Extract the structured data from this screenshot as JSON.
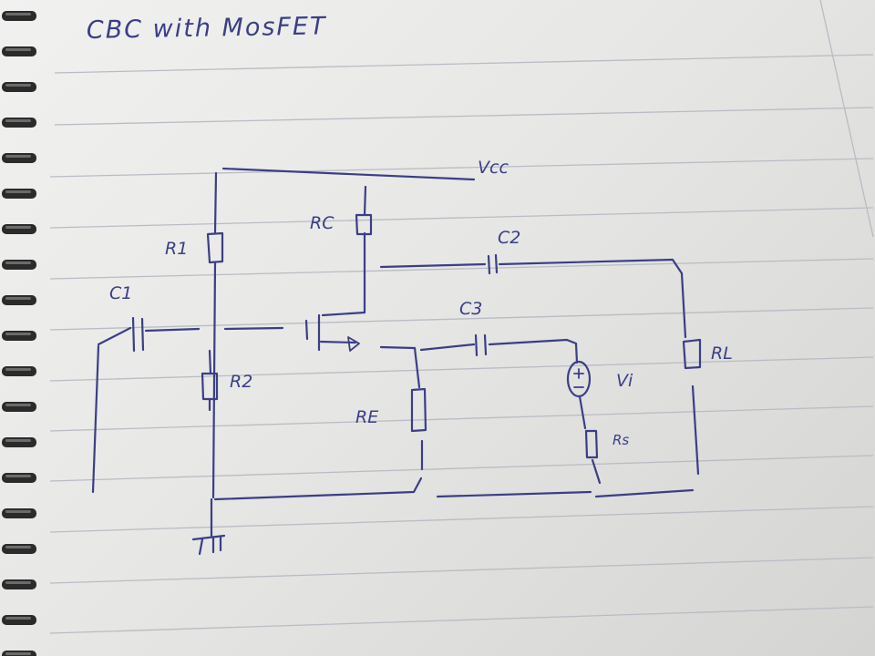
{
  "title": "CBC with MosFET",
  "labels": {
    "vcc": "Vcc",
    "r1": "R1",
    "rc": "RC",
    "c2": "C2",
    "c1": "C1",
    "c3": "C3",
    "r2": "R2",
    "re": "RE",
    "vi": "Vi",
    "rl": "RL",
    "rs": "Rs"
  },
  "colors": {
    "ink": "#3a3f86",
    "paper": "#ecebea",
    "rule": "#b9bcc4"
  }
}
